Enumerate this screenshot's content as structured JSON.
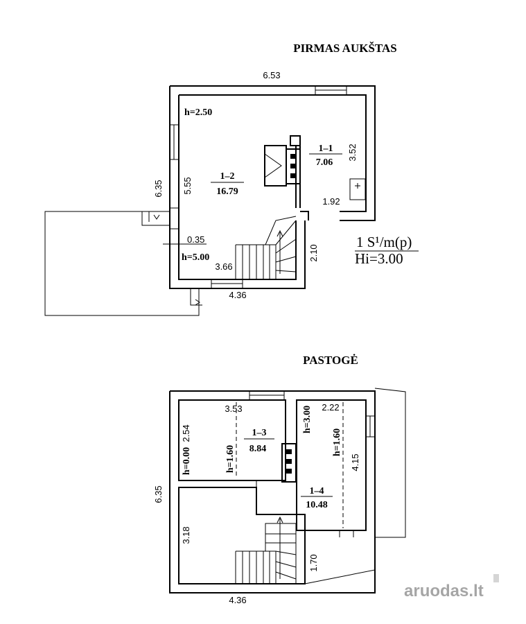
{
  "plan1": {
    "title": "PIRMAS AUKŠTAS",
    "dim_top": "6.53",
    "h_top": "h=2.50",
    "dim_left": "6.35",
    "dim_inner_left": "5.55",
    "room12_id": "1–2",
    "room12_area": "16.79",
    "room11_id": "1–1",
    "room11_area": "7.06",
    "dim_right": "3.52",
    "dim_192": "1.92",
    "dim_035": "0.35",
    "h_bottom": "h=5.00",
    "dim_366": "3.66",
    "dim_210": "2.10",
    "dim_bottom": "4.36",
    "legend_line1": "1 S¹/m(p)",
    "legend_line2": "Hi=3.00"
  },
  "plan2": {
    "title": "PASTOGĖ",
    "dim_353": "3.53",
    "dim_254": "2.54",
    "h000": "h=0.00",
    "h160a": "h=1.60",
    "room13_id": "1–3",
    "room13_area": "8.84",
    "dim_222": "2.22",
    "h300": "h=3.00",
    "h160b": "h=1.60",
    "dim_415": "4.15",
    "room14_id": "1–4",
    "room14_area": "10.48",
    "dim_left": "6.35",
    "dim_318": "3.18",
    "dim_170": "1.70",
    "dim_bottom": "4.36"
  },
  "watermark": "aruodas.lt"
}
